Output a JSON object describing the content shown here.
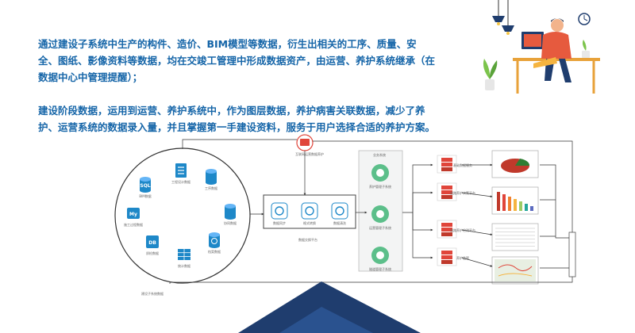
{
  "paragraphs": [
    "通过建设子系统中生产的构件、造价、BIM模型等数据，衍生出相关的工序、质量、安全、图纸、影像资料等数据，均在交竣工管理中形成数据资产，由运营、养护系统继承（在数据中心中管理提醒）；",
    "建设阶段数据，运用到运营、养护系统中，作为图层数据，养护病害关联数据，减少了养护、运营系统的数据录入量，并且掌握第一手建设资料，服务于用户选择合适的养护方案。"
  ],
  "diagram": {
    "circle_sources": [
      {
        "name": "工程设计数据",
        "icon": "document-icon"
      },
      {
        "name": "工序数据",
        "icon": "database-icon"
      },
      {
        "name": "BIM数据",
        "icon": "sql-database-icon"
      },
      {
        "name": "协同数据",
        "icon": "database-icon"
      },
      {
        "name": "施工过程数据",
        "icon": "mysql-icon"
      },
      {
        "name": "档案数据",
        "icon": "sync-database-icon"
      },
      {
        "name": "质检数据",
        "icon": "db-icon"
      },
      {
        "name": "统计数据",
        "icon": "table-icon"
      }
    ],
    "circle_caption": "建设子系统数据",
    "top_node": "互联网运营数据养护",
    "center_box": {
      "label": "数据交换平台",
      "items": [
        {
          "name": "数据同步",
          "icon": "sync-icon"
        },
        {
          "name": "格式转换",
          "icon": "word-convert-icon"
        },
        {
          "name": "数据清洗",
          "icon": "search-clean-icon"
        }
      ]
    },
    "apps_box": {
      "label": "业务系统",
      "items": [
        {
          "name": "养护管理子系统",
          "icon": "stack-icon"
        },
        {
          "name": "运营管理子系统",
          "icon": "gear-icon"
        },
        {
          "name": "隧道管理子系统",
          "icon": "network-icon"
        }
      ]
    },
    "services": [
      {
        "name": "基础数据服务"
      },
      {
        "name": "道路养护决策平台"
      },
      {
        "name": "道路养护检测平台"
      },
      {
        "name": "养护监管"
      }
    ],
    "outputs": [
      {
        "name": "pie-chart-output",
        "kind": "pie"
      },
      {
        "name": "bar-chart-output",
        "kind": "bar"
      },
      {
        "name": "table-output",
        "kind": "table"
      },
      {
        "name": "map-output",
        "kind": "map"
      }
    ],
    "colors": {
      "primary_text": "#1565a8",
      "accent_red": "#e0453a",
      "green": "#5cbf8a",
      "navy": "#1f3d6e"
    }
  }
}
